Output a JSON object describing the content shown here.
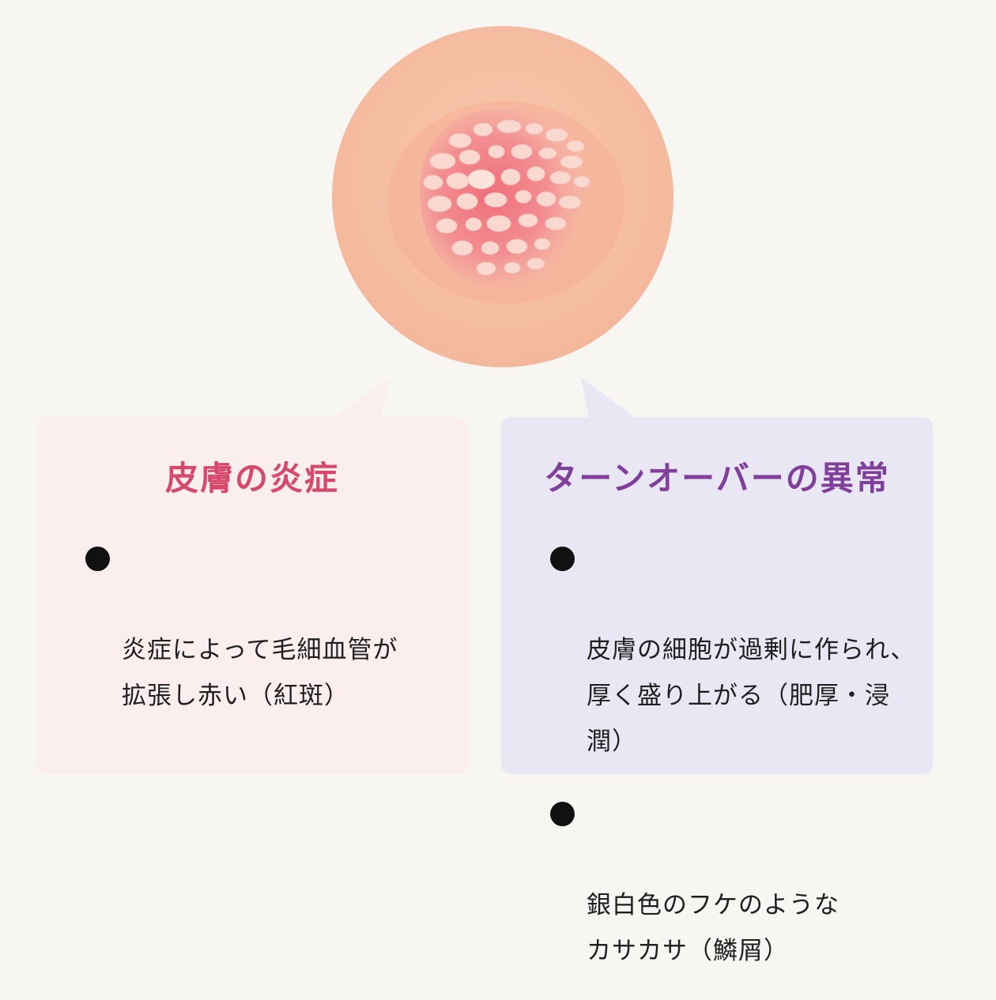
{
  "panels": {
    "left": {
      "title": "皮膚の炎症",
      "bullets": [
        "炎症によって毛細血管が\n拡張し赤い（紅斑）"
      ]
    },
    "right": {
      "title": "ターンオーバーの異常",
      "bullets": [
        "皮膚の細胞が過剰に作られ、\n厚く盛り上がる（肥厚・浸潤）",
        "銀白色のフケのような\nカサカサ（鱗屑）"
      ]
    }
  },
  "colors": {
    "background": "#f8f6f3",
    "left_panel": "#faeeee",
    "right_panel": "#e9e7f4",
    "left_title": "#d6496a",
    "right_title": "#7f3f9a",
    "skin": "#f4bea3",
    "lesion": "#ed7d85"
  }
}
